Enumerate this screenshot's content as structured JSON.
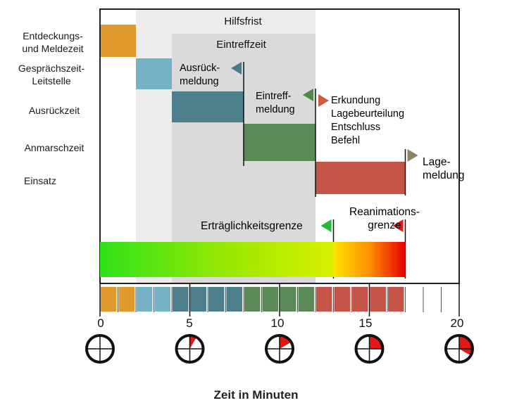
{
  "phases": {
    "hilfsfrist": "Hilfsfrist",
    "eintreffzeit": "Eintreffzeit"
  },
  "rows": [
    {
      "label": "Entdeckungs-\nund Meldezeit"
    },
    {
      "label": "Gesprächszeit-\nLeitstelle"
    },
    {
      "label": "Ausrückzeit"
    },
    {
      "label": "Anmarschzeit"
    },
    {
      "label": "Einsatz"
    }
  ],
  "annotations": {
    "ausrueckmeldung": "Ausrück-\nmeldung",
    "eintreffmeldung": "Eintreff-\nmeldung",
    "erkundung": "Erkundung\nLagebeurteilung\nEntschluss\nBefehl",
    "lagemeldung": "Lage-\nmeldung",
    "ertraeglichkeitsgrenze": "Erträglichkeitsgrenze",
    "reanimationsgrenze": "Reanimations-\ngrenze"
  },
  "axis": {
    "ticks": [
      "0",
      "5",
      "10",
      "15",
      "20"
    ],
    "title": "Zeit in Minuten"
  },
  "timeline": {
    "x_range_minutes": [
      0,
      20
    ],
    "phase_spans_minutes": {
      "hilfsfrist": [
        2,
        12
      ],
      "eintreffzeit": [
        4,
        12
      ]
    },
    "bars_minutes": [
      {
        "row": 0,
        "start": 0,
        "end": 2,
        "color": "#e09a2c"
      },
      {
        "row": 1,
        "start": 2,
        "end": 4,
        "color": "#76b2c6"
      },
      {
        "row": 2,
        "start": 4,
        "end": 8,
        "color": "#4d7e8c"
      },
      {
        "row": 3,
        "start": 8,
        "end": 12,
        "color": "#5a8a55"
      },
      {
        "row": 4,
        "start": 12,
        "end": 17,
        "color": "#c45448"
      }
    ],
    "markers_minutes": {
      "ausrueckmeldung": 8,
      "eintreffmeldung": 12,
      "lagemeldung": 17,
      "ertraeglichkeitsgrenze": 13,
      "reanimationsgrenze": 17
    },
    "minute_blocks": [
      "#e09a2c",
      "#e09a2c",
      "#76b2c6",
      "#76b2c6",
      "#4d7e8c",
      "#4d7e8c",
      "#4d7e8c",
      "#4d7e8c",
      "#5a8a55",
      "#5a8a55",
      "#5a8a55",
      "#5a8a55",
      "#c45448",
      "#c45448",
      "#c45448",
      "#c45448",
      "#c45448"
    ],
    "clock_fill_minutes": [
      0,
      5,
      10,
      15,
      20
    ]
  },
  "colors": {
    "ausrueck_text": "#4a7d8c",
    "eintreff_text": "#4f8a47",
    "erkundung_text": "#d05a3e",
    "lage_text": "#8a8462",
    "ertraeglich_text": "#22b838",
    "reanimation_text": "#e01818",
    "hilfsfrist_bg": "#ececec",
    "eintreff_bg": "#dadada"
  }
}
